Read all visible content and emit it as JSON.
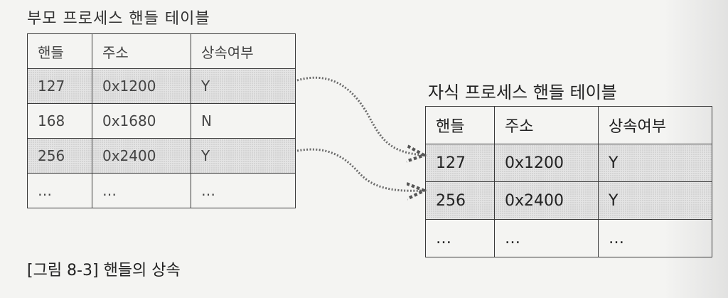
{
  "parent_table": {
    "title": "부모 프로세스 핸들 테이블",
    "columns": [
      "핸들",
      "주소",
      "상속여부"
    ],
    "rows": [
      {
        "handle": "127",
        "address": "0x1200",
        "inherit": "Y",
        "shaded": true
      },
      {
        "handle": "168",
        "address": "0x1680",
        "inherit": "N",
        "shaded": false
      },
      {
        "handle": "256",
        "address": "0x2400",
        "inherit": "Y",
        "shaded": true
      },
      {
        "handle": "…",
        "address": "…",
        "inherit": "…",
        "shaded": false
      }
    ]
  },
  "child_table": {
    "title": "자식 프로세스 핸들 테이블",
    "columns": [
      "핸들",
      "주소",
      "상속여부"
    ],
    "rows": [
      {
        "handle": "127",
        "address": "0x1200",
        "inherit": "Y",
        "shaded": true
      },
      {
        "handle": "256",
        "address": "0x2400",
        "inherit": "Y",
        "shaded": true
      },
      {
        "handle": "…",
        "address": "…",
        "inherit": "…",
        "shaded": false
      }
    ]
  },
  "arrows": [
    {
      "from": "parent row 127",
      "to": "child row 127"
    },
    {
      "from": "parent row 256",
      "to": "child row 256"
    }
  ],
  "caption": "[그림 8-3] 핸들의 상속"
}
